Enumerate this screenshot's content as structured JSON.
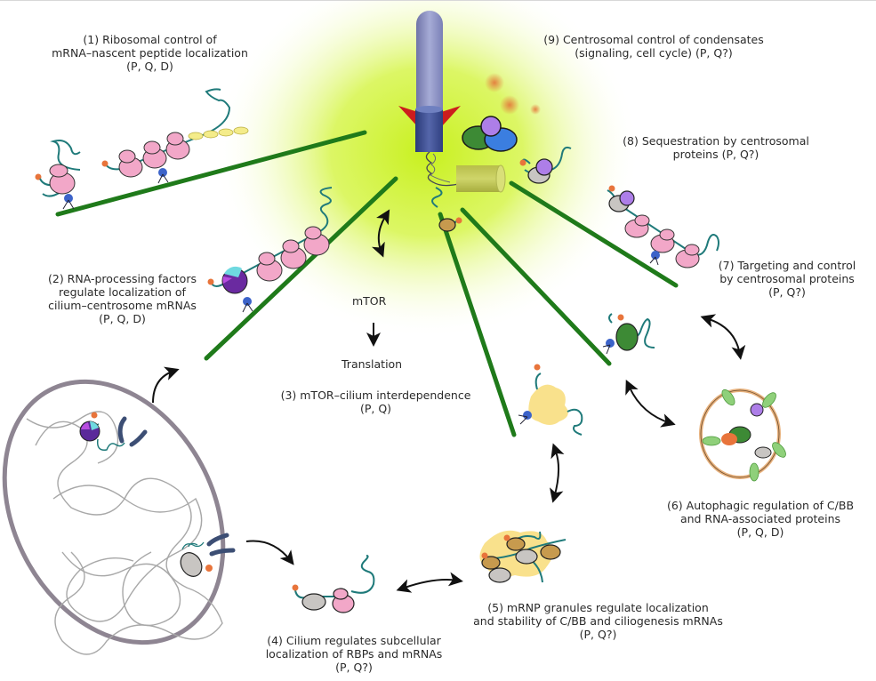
{
  "figure": {
    "center": {
      "mtor": "mTOR",
      "translation": "Translation"
    },
    "labels": [
      {
        "id": "1",
        "lines": [
          "(1) Ribosomal control of",
          "mRNA–nascent peptide localization",
          "(P, Q, D)"
        ]
      },
      {
        "id": "2",
        "lines": [
          "(2) RNA-processing factors",
          "regulate localization of",
          "cilium–centrosome mRNAs",
          "(P, Q, D)"
        ]
      },
      {
        "id": "3",
        "lines": [
          "(3) mTOR–cilium interdependence",
          "(P, Q)"
        ]
      },
      {
        "id": "4",
        "lines": [
          "(4) Cilium regulates subcellular",
          "localization of RBPs and mRNAs",
          "(P, Q?)"
        ]
      },
      {
        "id": "5",
        "lines": [
          "(5) mRNP granules regulate localization",
          "and stability of C/BB and ciliogenesis mRNAs",
          "(P, Q?)"
        ]
      },
      {
        "id": "6",
        "lines": [
          "(6) Autophagic regulation of C/BB",
          "and RNA-associated proteins",
          "(P, Q, D)"
        ]
      },
      {
        "id": "7",
        "lines": [
          "(7) Targeting and control",
          "by centrosomal proteins",
          "(P, Q?)"
        ]
      },
      {
        "id": "8",
        "lines": [
          "(8) Sequestration by centrosomal",
          "proteins (P, Q?)"
        ]
      },
      {
        "id": "9",
        "lines": [
          "(9) Centrosomal control of condensates",
          "(signaling, cell cycle) (P, Q?)"
        ]
      }
    ],
    "colors": {
      "glow": "#d4f53c",
      "microtubule": "#1f7a1a",
      "ribosome": "#f2a7c8",
      "mrna": "#1f7a7a",
      "cap": "#e8743b",
      "rbp_blue": "#3c63c9",
      "nucleus": "#8e8592",
      "cilium": "#8e93c4",
      "basal_body": "#33478a",
      "granule": "#f8de80",
      "autophagosome": "#e8b27e",
      "lc3": "#8fd07a"
    }
  }
}
